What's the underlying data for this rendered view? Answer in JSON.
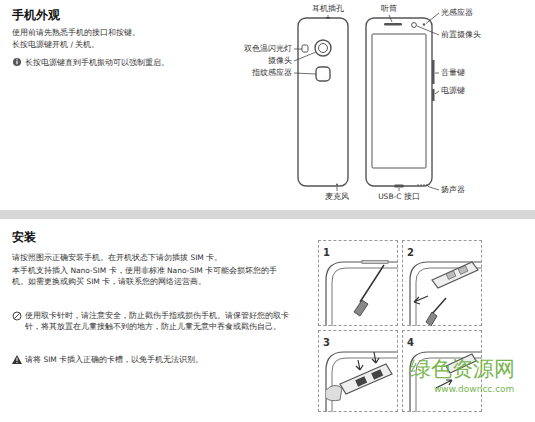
{
  "diagram": {
    "title": "手机外观",
    "nodes": [
      {
        "text": [
          "1"
        ]
      },
      {
        "text": [
          "2"
        ]
      },
      {
        "text": [
          "3"
        ]
      },
      {
        "text": [
          "4"
        ]
      }
    ],
    "labels": [
      "使用前请先熟悉手机的接口和按键。",
      "长按电源键开机 / 关机。",
      "长按电源键直到手机振动可以强制重启。",
      "耳机插孔",
      "听筒",
      "光感应器",
      "前置摄像头",
      "双色温闪光灯",
      "摄像头",
      "指纹感应器",
      "音量键",
      "电源键",
      "麦克风",
      "USB-C 接口",
      "扬声器",
      "安装",
      "请按照图示正确安装手机。在开机状态下请勿插拔 SIM 卡。",
      "本手机支持插入 Nano-SIM 卡，使用非标准 Nano-SIM 卡可能会损坏您的手机。如需更换或购买 SIM 卡，请联系您的网络运营商。",
      "使用取卡针时，请注意安全，防止戳伤手指或损伤手机。请保管好您的取卡针，将其放置在儿童接触不到的地方，防止儿童无意中吞食或戳伤自己。",
      "请将 SIM 卡插入正确的卡槽，以免手机无法识别。",
      "绿色资源网",
      "www.downcc.com"
    ]
  }
}
